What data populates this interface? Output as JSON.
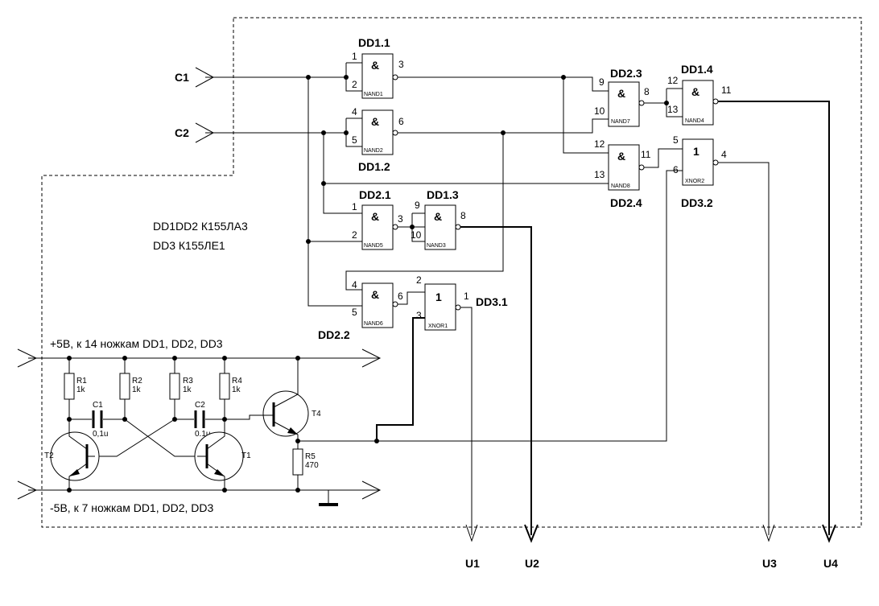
{
  "gates": {
    "dd11": {
      "ref": "DD1.1",
      "symbol": "&",
      "type": "NAND1",
      "pins": [
        "1",
        "2",
        "3"
      ]
    },
    "dd12": {
      "ref": "DD1.2",
      "symbol": "&",
      "type": "NAND2",
      "pins": [
        "4",
        "5",
        "6"
      ]
    },
    "dd21": {
      "ref": "DD2.1",
      "symbol": "&",
      "type": "NAND5",
      "pins": [
        "1",
        "2",
        "3"
      ]
    },
    "dd13": {
      "ref": "DD1.3",
      "symbol": "&",
      "type": "NAND3",
      "pins": [
        "9",
        "10",
        "8"
      ]
    },
    "dd22": {
      "ref": "DD2.2",
      "symbol": "&",
      "type": "NAND6",
      "pins": [
        "4",
        "5",
        "6"
      ]
    },
    "dd31": {
      "ref": "DD3.1",
      "symbol": "1",
      "type": "XNOR1",
      "pins": [
        "2",
        "3",
        "1"
      ]
    },
    "dd23": {
      "ref": "DD2.3",
      "symbol": "&",
      "type": "NAND7",
      "pins": [
        "9",
        "10",
        "8"
      ]
    },
    "dd14": {
      "ref": "DD1.4",
      "symbol": "&",
      "type": "NAND4",
      "pins": [
        "12",
        "13",
        "11"
      ]
    },
    "dd24": {
      "ref": "DD2.4",
      "symbol": "&",
      "type": "NAND8",
      "pins": [
        "12",
        "13",
        "11"
      ]
    },
    "dd32": {
      "ref": "DD3.2",
      "symbol": "1",
      "type": "XNOR2",
      "pins": [
        "5",
        "6",
        "4"
      ]
    }
  },
  "inputs": {
    "c1": "C1",
    "c2": "C2"
  },
  "outputs": {
    "u1": "U1",
    "u2": "U2",
    "u3": "U3",
    "u4": "U4"
  },
  "notes": {
    "line1": "DD1DD2 К155ЛА3",
    "line2": "DD3 К155ЛЕ1"
  },
  "power": {
    "plus": "+5В, к 14 ножкам DD1, DD2, DD3",
    "minus": "-5В, к 7 ножкам DD1, DD2, DD3"
  },
  "resistors": {
    "r1": {
      "name": "R1",
      "value": "1k"
    },
    "r2": {
      "name": "R2",
      "value": "1k"
    },
    "r3": {
      "name": "R3",
      "value": "1k"
    },
    "r4": {
      "name": "R4",
      "value": "1k"
    },
    "r5": {
      "name": "R5",
      "value": "470"
    }
  },
  "capacitors": {
    "c1": {
      "name": "C1",
      "value": "0,1u"
    },
    "c2": {
      "name": "C2",
      "value": "0.1u"
    }
  },
  "transistors": {
    "t1": "T1",
    "t2": "T2",
    "t4": "T4"
  }
}
